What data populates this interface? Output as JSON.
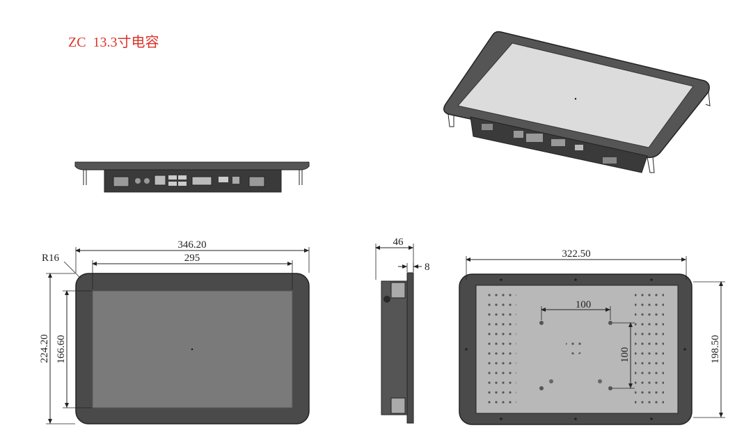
{
  "title": "ZC  13.3寸电容",
  "colors": {
    "title": "#d9342b",
    "bezel": "#4a4a4a",
    "screen": "#7a7a7a",
    "back_plate": "#b8b8b8",
    "line": "#222222"
  },
  "dimensions": {
    "overall_width": "346.20",
    "display_width": "295",
    "corner_radius": "R16",
    "overall_height": "224.20",
    "display_height": "166.60",
    "depth": "46",
    "bezel_thickness": "8",
    "mount_width": "322.50",
    "mount_height": "198.50",
    "vesa_h": "100",
    "vesa_v": "100"
  }
}
